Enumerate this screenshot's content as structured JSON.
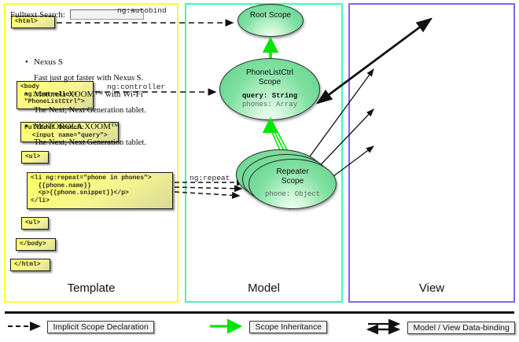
{
  "columns": [
    {
      "id": "template",
      "label": "Template",
      "border_color": "#ffff2e"
    },
    {
      "id": "model",
      "label": "Model",
      "border_color": "#3ffcae"
    },
    {
      "id": "view",
      "label": "View",
      "border_color": "#7b68ee"
    }
  ],
  "template": {
    "boxes": [
      {
        "name": "html-open",
        "text": "<html>"
      },
      {
        "name": "body-open",
        "text": "<body\n ng:controller=\n \"PhoneListCtrl\">"
      },
      {
        "name": "search-markup",
        "text": "Fulltext Search:\n  <input name=\"query\">"
      },
      {
        "name": "ul-open",
        "text": "<ul>"
      },
      {
        "name": "li-repeat",
        "text": "<li ng:repeat=\"phone in phones\">\n  {{phone.name}}\n  <p>{{phone.snippet}}</p>\n</li>"
      },
      {
        "name": "ul-close",
        "text": "<ul>"
      },
      {
        "name": "body-close",
        "text": "</body>"
      },
      {
        "name": "html-close",
        "text": "</html>"
      }
    ]
  },
  "model": {
    "scopes": [
      {
        "name": "root-scope",
        "title": "Root\nScope",
        "props": []
      },
      {
        "name": "phonelistctrl-scope",
        "title": "PhoneListCtrl\nScope",
        "props": [
          {
            "text": "query: String",
            "style": "strong"
          },
          {
            "text": "phones: Array",
            "style": "dim"
          }
        ]
      },
      {
        "name": "repeater-scope",
        "title": "Repeater\nScope",
        "props": [
          {
            "text": "phone: Object",
            "style": "dim"
          }
        ]
      }
    ]
  },
  "connectors": {
    "autobind": "ng:autobind",
    "controller": "ng:controller",
    "repeat": "ng:repeat"
  },
  "view": {
    "search_label": "Fulltext Search:",
    "search_value": "",
    "search_placeholder": "",
    "phones": [
      {
        "name": "Nexus S",
        "snippet": "Fast just got faster with Nexus S."
      },
      {
        "name": "Motorola XOOM™  with Wi-Fi",
        "snippet": "The Next, Next Generation tablet."
      },
      {
        "name": "MOTOROLA XOOM™",
        "snippet": "The Next, Next Generation tablet."
      }
    ],
    "bullet": "•"
  },
  "legend": [
    {
      "name": "implicit-scope-declaration",
      "label": "Implicit Scope Declaration",
      "style": "dashed-arrow",
      "color": "#111111"
    },
    {
      "name": "scope-inheritance",
      "label": "Scope Inheritance",
      "style": "green-arrow",
      "color": "#00e500"
    },
    {
      "name": "model-view-data-binding",
      "label": "Model / View Data-binding",
      "style": "double-arrow",
      "color": "#111111"
    }
  ]
}
